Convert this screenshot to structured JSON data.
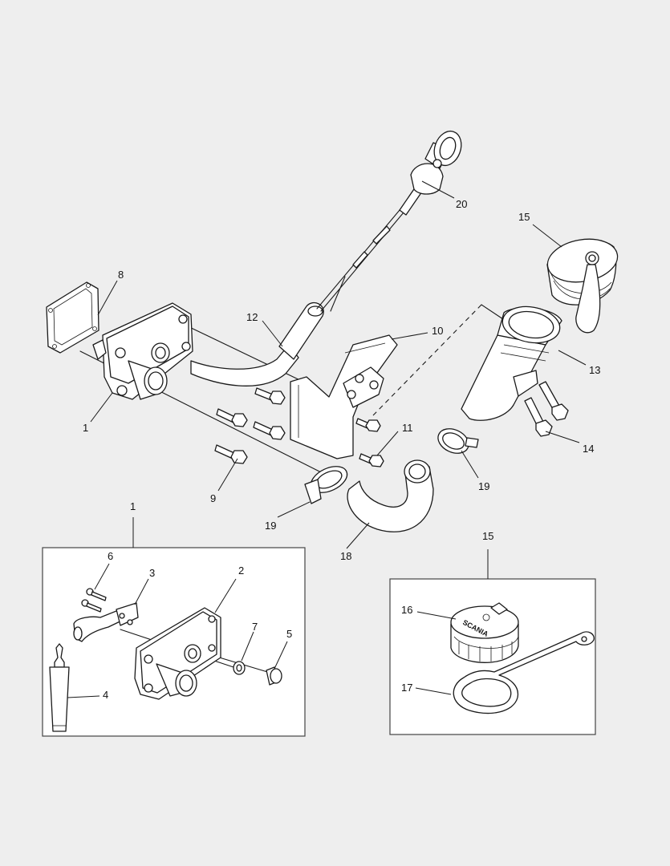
{
  "callouts": {
    "c1_main": "1",
    "c8": "8",
    "c12": "12",
    "c10": "10",
    "c11": "11",
    "c9": "9",
    "c19_left": "19",
    "c19_right": "19",
    "c18": "18",
    "c20": "20",
    "c15_main": "15",
    "c13": "13",
    "c14": "14",
    "c1_box": "1",
    "c2": "2",
    "c3": "3",
    "c4": "4",
    "c5": "5",
    "c6": "6",
    "c7": "7",
    "c15_box": "15",
    "c16": "16",
    "c17": "17"
  },
  "cap_logo_text": "SCANIA"
}
